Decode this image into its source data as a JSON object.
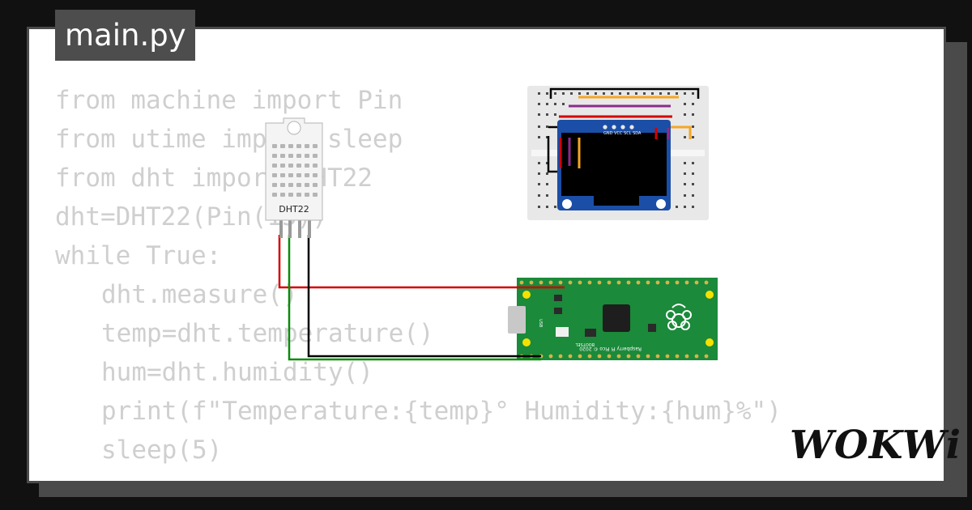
{
  "editor": {
    "file_tab": "main.py",
    "code_lines": [
      "from machine import Pin",
      "from utime import sleep",
      "from dht import DHT22",
      "dht=DHT22(Pin(15))",
      "while True:",
      "dht.measure()",
      "temp=dht.temperature()",
      "hum=dht.humidity()",
      "print(f\"Temperature:{temp}° Humidity:{hum}%\")",
      "sleep(5)"
    ]
  },
  "diagram": {
    "dht_sensor_label": "DHT22",
    "oled_pin_labels": "GND VCC SCL SDA",
    "pico_brand": "Raspberry Pi Pico © 2020",
    "pico_bootsel": "BOOTSEL",
    "pico_usb": "USB",
    "wire_colors": {
      "vcc": "#d40000",
      "data": "#0a8a0a",
      "gnd": "#000000",
      "orange": "#f5a623",
      "purple": "#8b2b8b"
    }
  },
  "branding": {
    "logo": "WOKWi"
  }
}
